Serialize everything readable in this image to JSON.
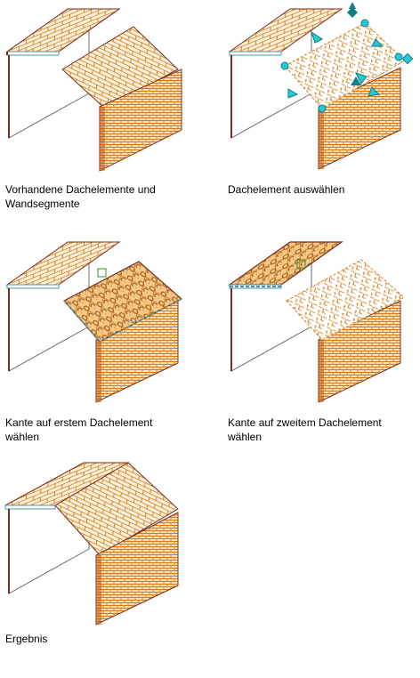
{
  "steps": [
    {
      "caption": "Vorhandene Dachelemente und\nWandsegmente"
    },
    {
      "caption": "Dachelement auswählen"
    },
    {
      "caption": "Kante auf erstem Dachelement\nwählen"
    },
    {
      "caption": "Kante auf zweitem Dachelement\nwählen"
    },
    {
      "caption": "Ergebnis"
    }
  ],
  "colors": {
    "brick": "#e07a12",
    "brick_fill": "#fbe3bf",
    "roof_fill": "#fdf1dc",
    "roof_pattern": "#d37d1c",
    "edge": "#7a2c1c",
    "eave": "#4d9aa0",
    "grip": "#26c7d6",
    "grip_dark": "#0f7f88",
    "select_box": "#2f8f2f",
    "line": "#6a6a6a"
  }
}
